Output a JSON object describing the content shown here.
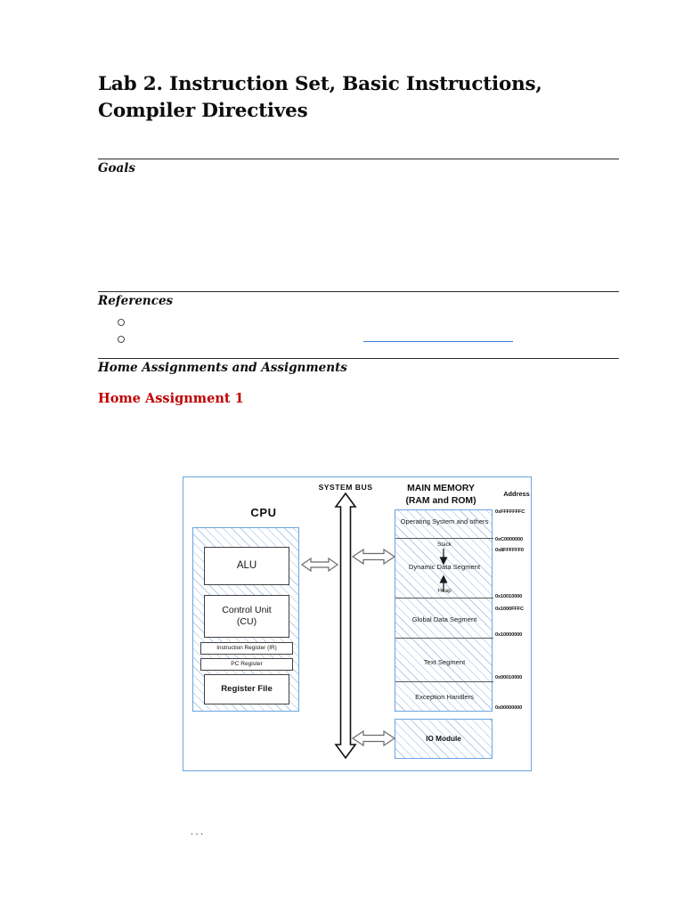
{
  "document": {
    "title": "Lab 2. Instruction Set, Basic Instructions, Compiler Directives",
    "ellipsis": "..."
  },
  "sections": {
    "goals": {
      "heading": "Goals"
    },
    "references": {
      "heading": "References",
      "bullets": [
        {
          "marker": "hollow-circle",
          "text": ""
        },
        {
          "marker": "hollow-circle",
          "text": ""
        }
      ]
    },
    "assignments": {
      "heading": "Home Assignments and Assignments",
      "subheading": "Home Assignment 1",
      "subheading_color": "#C00000"
    }
  },
  "diagram": {
    "name": "cpu-memory-system-bus-diagram",
    "frame_color": "#6aa4e0",
    "cpu": {
      "title": "CPU",
      "components": [
        {
          "label": "ALU"
        },
        {
          "label": "Control Unit\n(CU)"
        },
        {
          "label": "Instruction Register (IR)"
        },
        {
          "label": "PC Register"
        },
        {
          "label": "Register File"
        }
      ]
    },
    "bus": {
      "title": "SYSTEM BUS"
    },
    "memory": {
      "title": "MAIN MEMORY\n(RAM and ROM)",
      "address_column_title": "Address",
      "segments": [
        {
          "label": "Operating System and others",
          "top_address": "0xFFFFFFFC"
        },
        {
          "label": "Dynamic Data Segment",
          "top_address": "0xC0000000",
          "second_address": "0x8FFFFFF0",
          "top_sub": "Stack",
          "bottom_sub": "Heap"
        },
        {
          "label": "Global Data Segment",
          "top_address": "0x10010000",
          "second_address": "0x1000FFFC"
        },
        {
          "label": "Text Segment",
          "top_address": "0x10000000"
        },
        {
          "label": "Exception Handlers",
          "top_address": "0x00010000"
        }
      ],
      "base_address": "0x00000000"
    },
    "io": {
      "label": "IO Module"
    }
  }
}
